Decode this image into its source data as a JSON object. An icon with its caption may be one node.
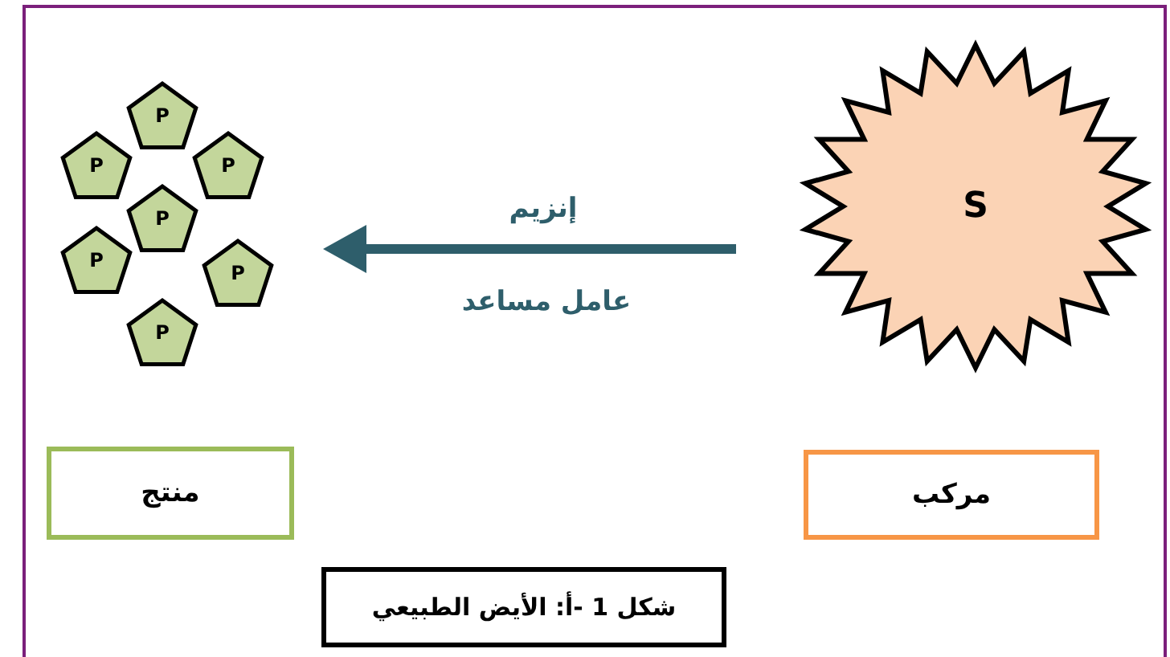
{
  "diagram": {
    "nodes": [
      {
        "text": [
          "S"
        ]
      },
      {
        "text": [
          "P"
        ]
      },
      {
        "text": [
          "P"
        ]
      },
      {
        "text": [
          "P"
        ]
      },
      {
        "text": [
          "P"
        ]
      },
      {
        "text": [
          "P"
        ]
      },
      {
        "text": [
          "P"
        ]
      },
      {
        "text": [
          "P"
        ]
      },
      {
        "text": [
          "منتج"
        ]
      },
      {
        "text": [
          "مركب"
        ]
      },
      {
        "text": [
          "شكل 1 -أ: الأيض الطبيعي"
        ]
      }
    ],
    "edges": [
      {
        "from": 0,
        "to": 6,
        "arrow": "to",
        "label": "إنزيم"
      }
    ],
    "labels": [
      "عامل مساعد"
    ]
  }
}
